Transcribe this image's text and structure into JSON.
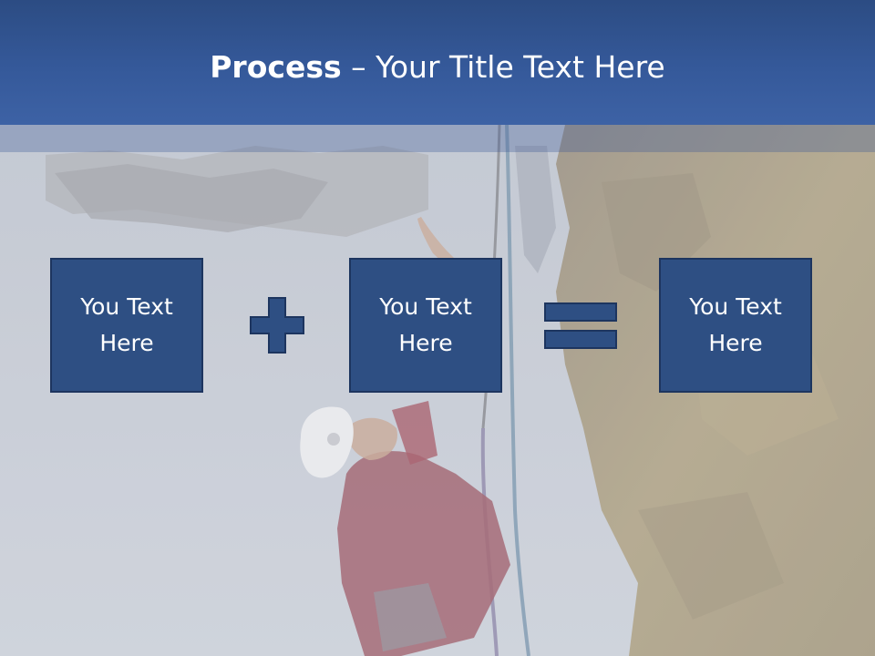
{
  "slide": {
    "title_bold": "Process",
    "title_rest": " – Your Title Text Here"
  },
  "boxes": [
    {
      "text": "You Text Here"
    },
    {
      "text": "You Text Here"
    },
    {
      "text": "You Text Here"
    }
  ],
  "operators": {
    "first": "plus-icon",
    "second": "equals-icon"
  },
  "colors": {
    "header": "#35599a",
    "box_fill": "#2e4f83",
    "box_border": "#1d355f",
    "text": "#ffffff",
    "sky": "#c9ced8",
    "rock": "#a89a7c"
  }
}
